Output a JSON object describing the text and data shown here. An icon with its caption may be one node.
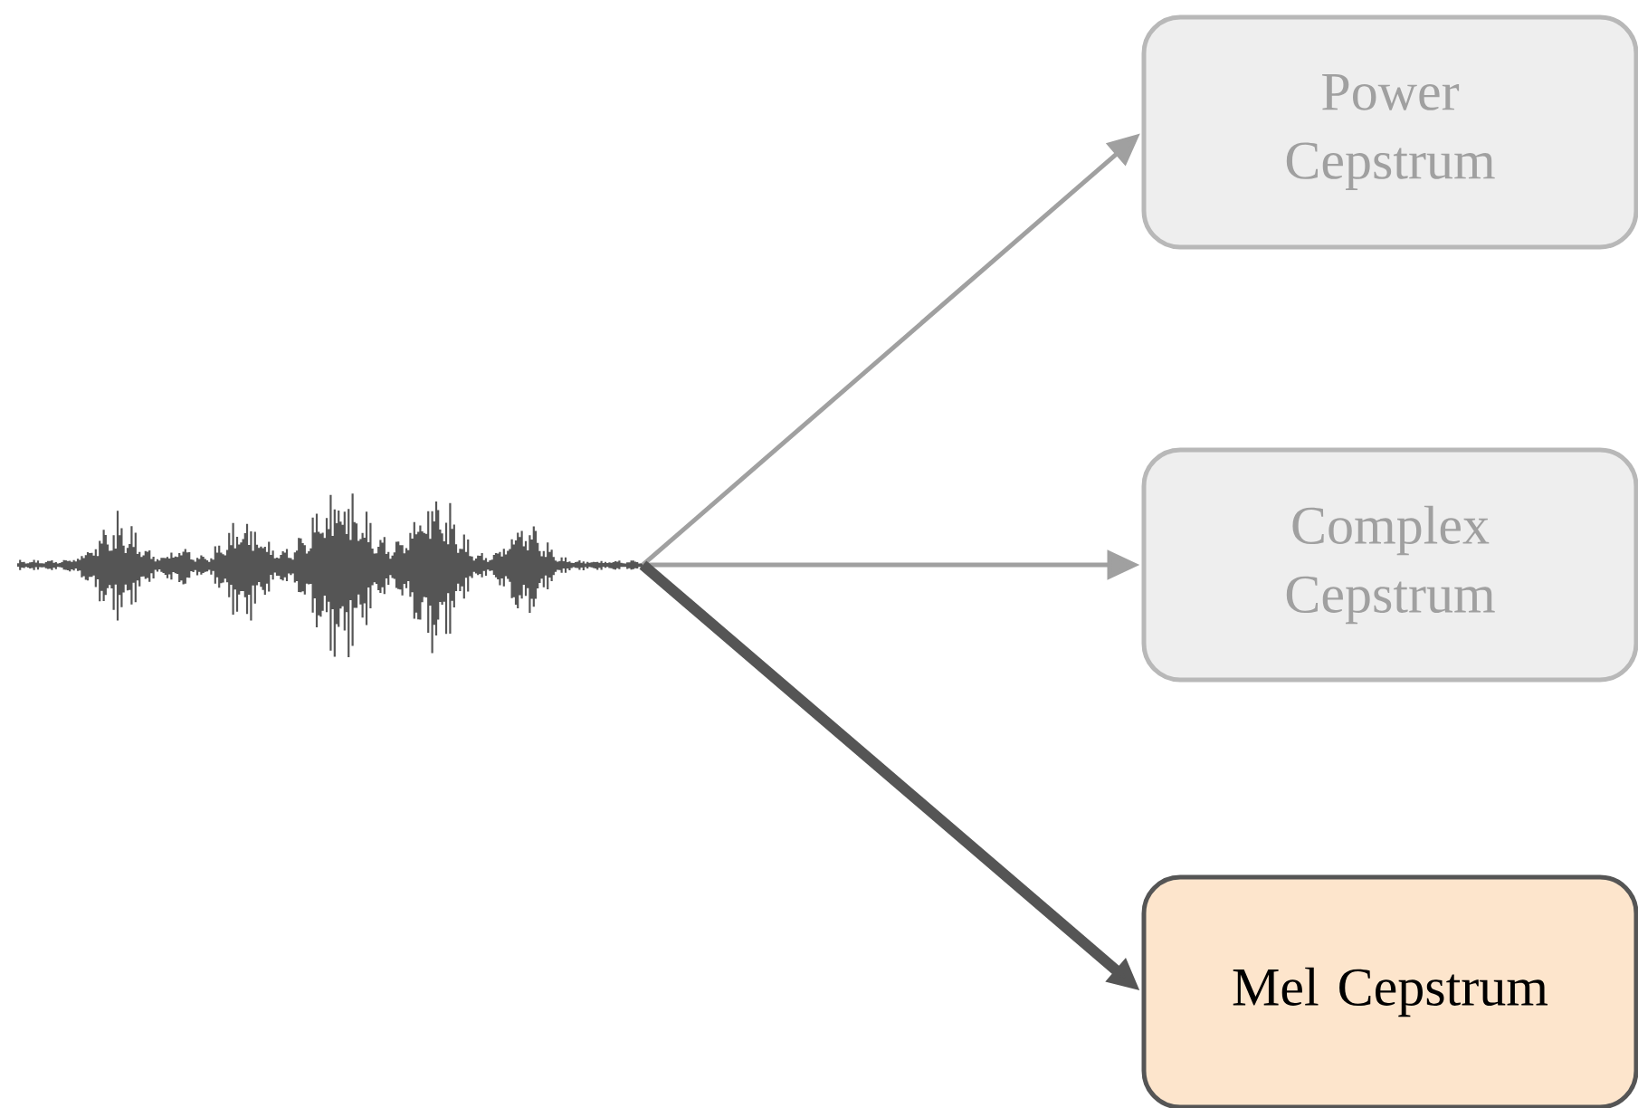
{
  "diagram": {
    "nodes": [
      {
        "text": [],
        "shape": "picture"
      },
      {
        "text": [
          "Power Cepstrum"
        ]
      },
      {
        "text": [
          "Complex Cepstrum"
        ]
      },
      {
        "text": [
          "Mel Cepstrum"
        ]
      }
    ],
    "edges": [
      {
        "from": 0,
        "to": 1,
        "arrow": "to"
      },
      {
        "from": 0,
        "to": 2,
        "arrow": "to"
      },
      {
        "from": 0,
        "to": 3,
        "arrow": "to",
        "style": "thick",
        "color": "#555555"
      }
    ]
  }
}
